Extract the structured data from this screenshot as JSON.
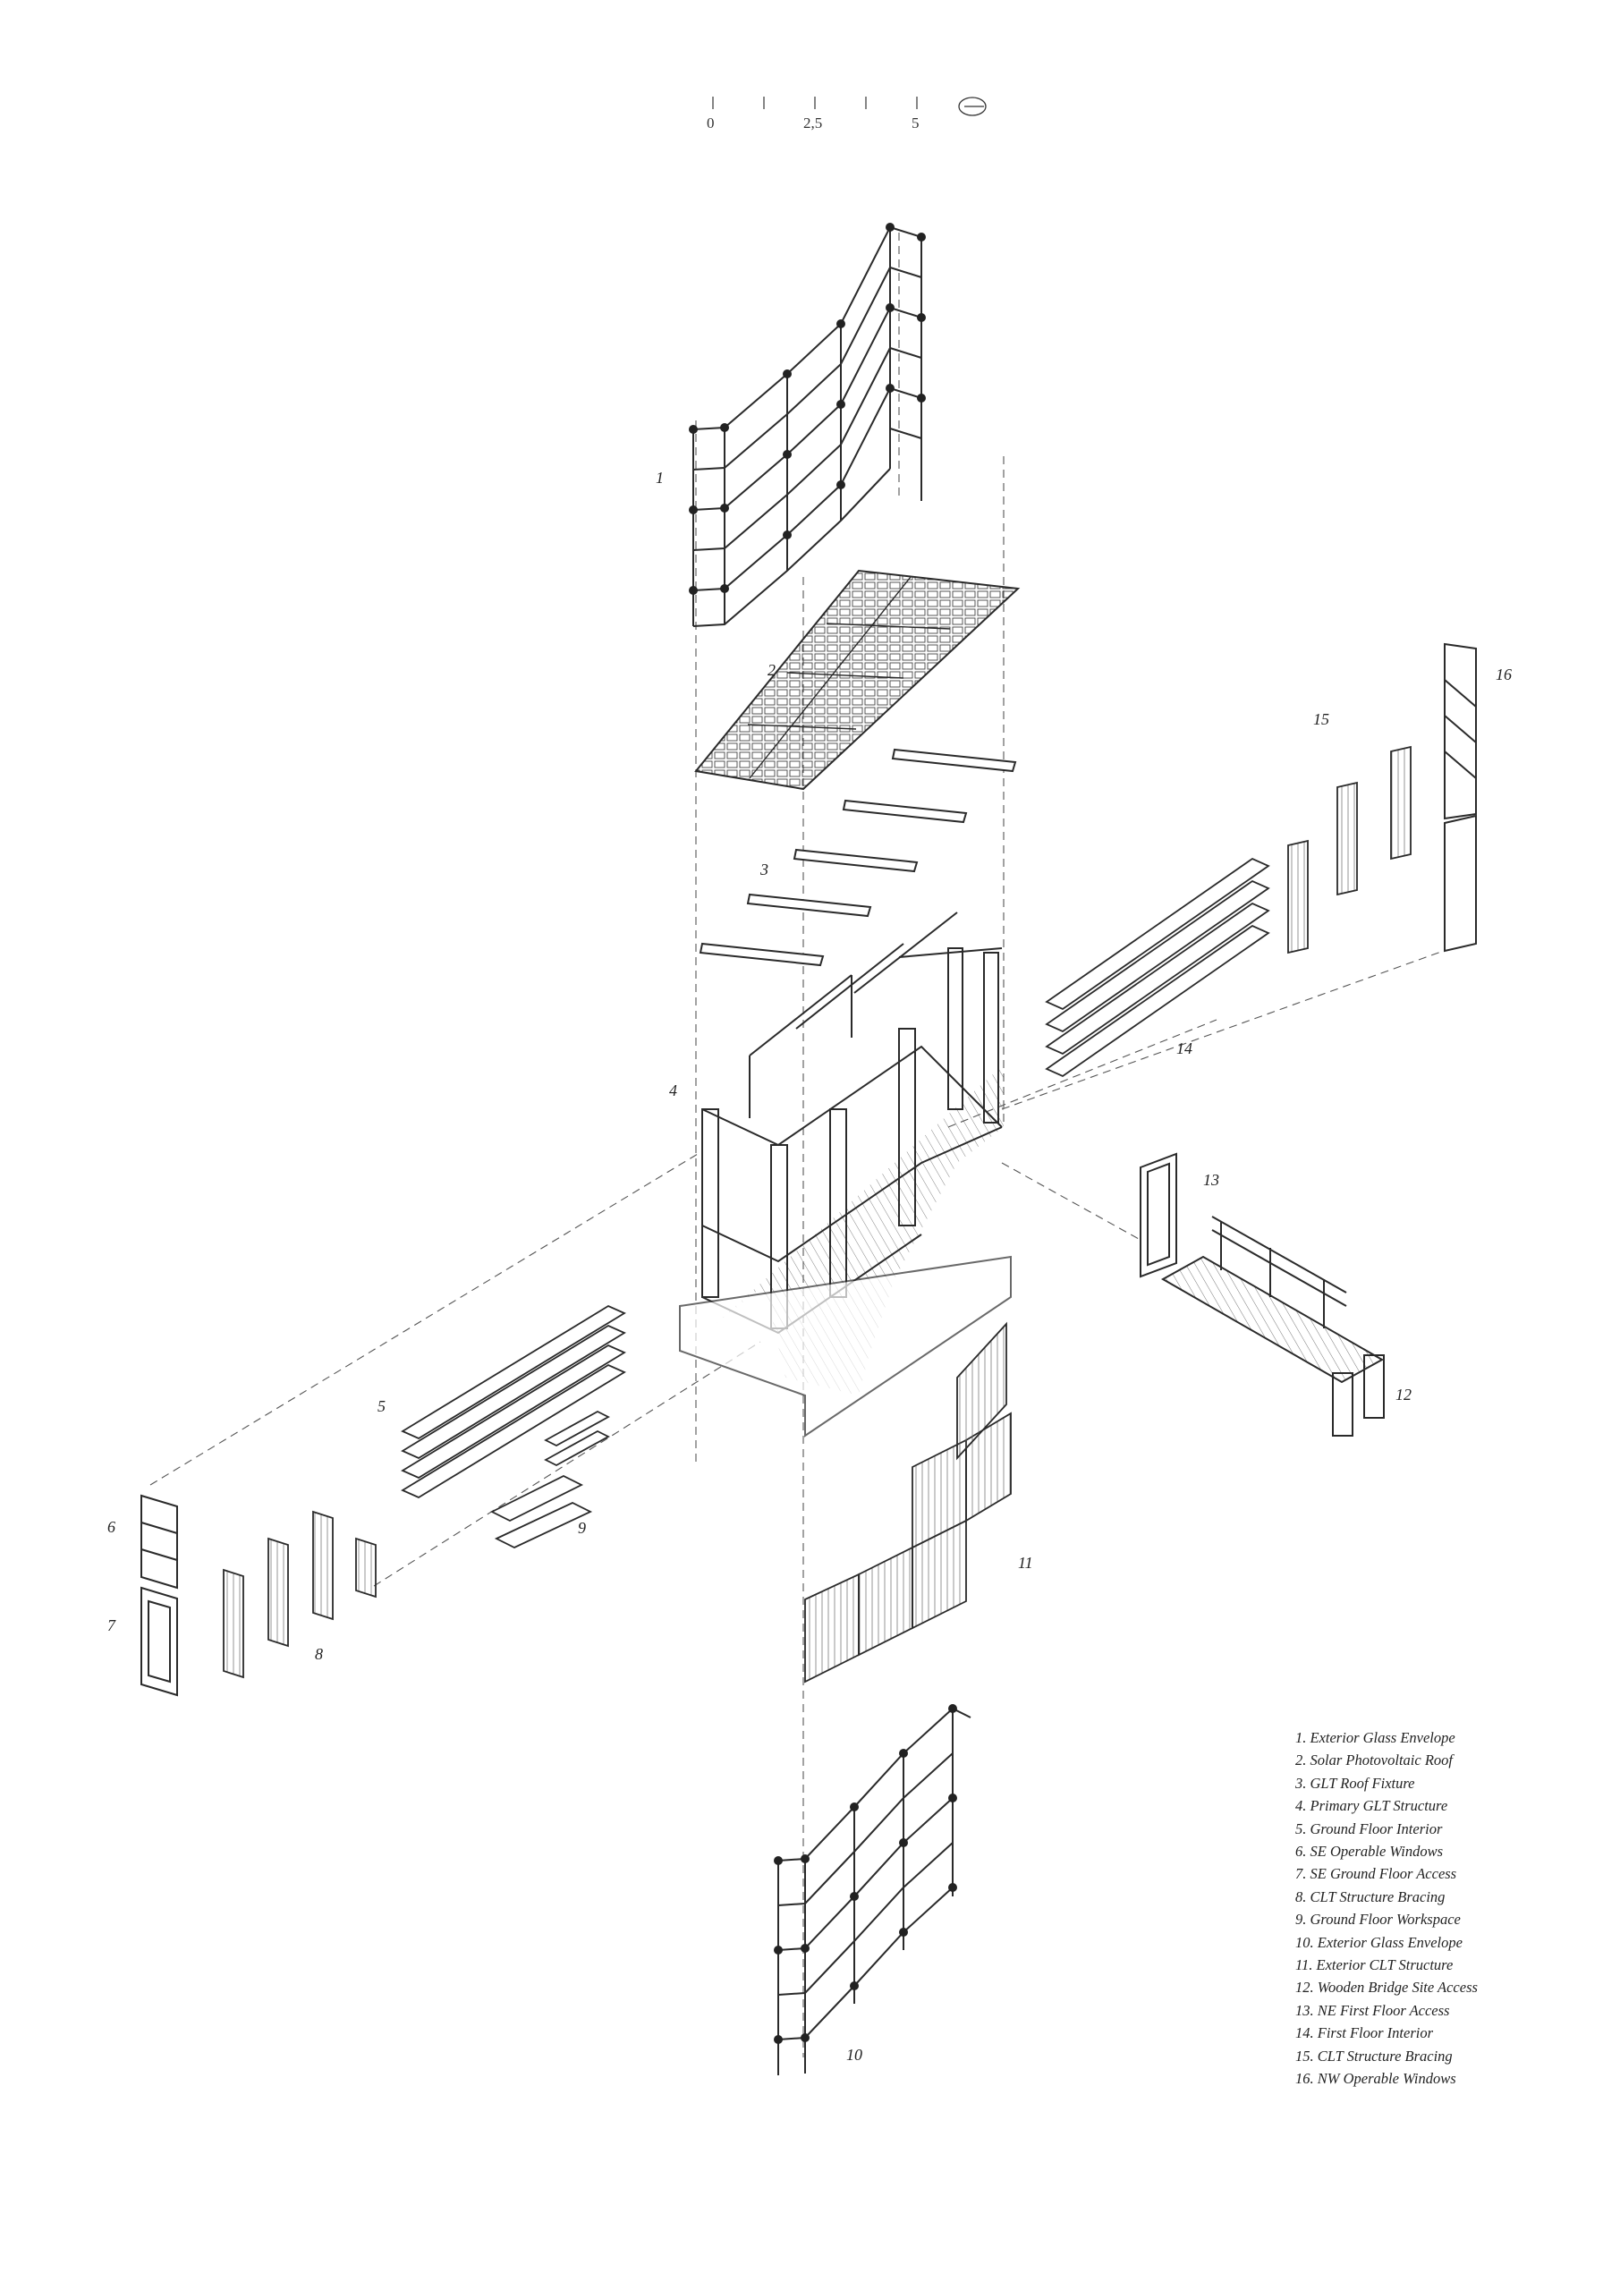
{
  "scale_bar": {
    "labels": [
      "0",
      "2,5",
      "5"
    ]
  },
  "callouts": [
    "1",
    "2",
    "3",
    "4",
    "5",
    "6",
    "7",
    "8",
    "9",
    "10",
    "11",
    "12",
    "13",
    "14",
    "15",
    "16"
  ],
  "legend": [
    "1. Exterior Glass Envelope",
    "2. Solar Photovoltaic Roof",
    "3. GLT Roof Fixture",
    "4. Primary GLT Structure",
    "5. Ground Floor Interior",
    "6. SE Operable Windows",
    "7. SE Ground Floor Access",
    "8. CLT Structure Bracing",
    "9. Ground Floor Workspace",
    "10. Exterior Glass Envelope",
    "11. Exterior CLT Structure",
    "12. Wooden Bridge Site Access",
    "13. NE First Floor Access",
    "14. First Floor Interior",
    "15. CLT Structure Bracing",
    "16. NW Operable Windows"
  ],
  "colors": {
    "line": "#2a2a2a",
    "dashed": "#555555",
    "background": "#ffffff"
  }
}
